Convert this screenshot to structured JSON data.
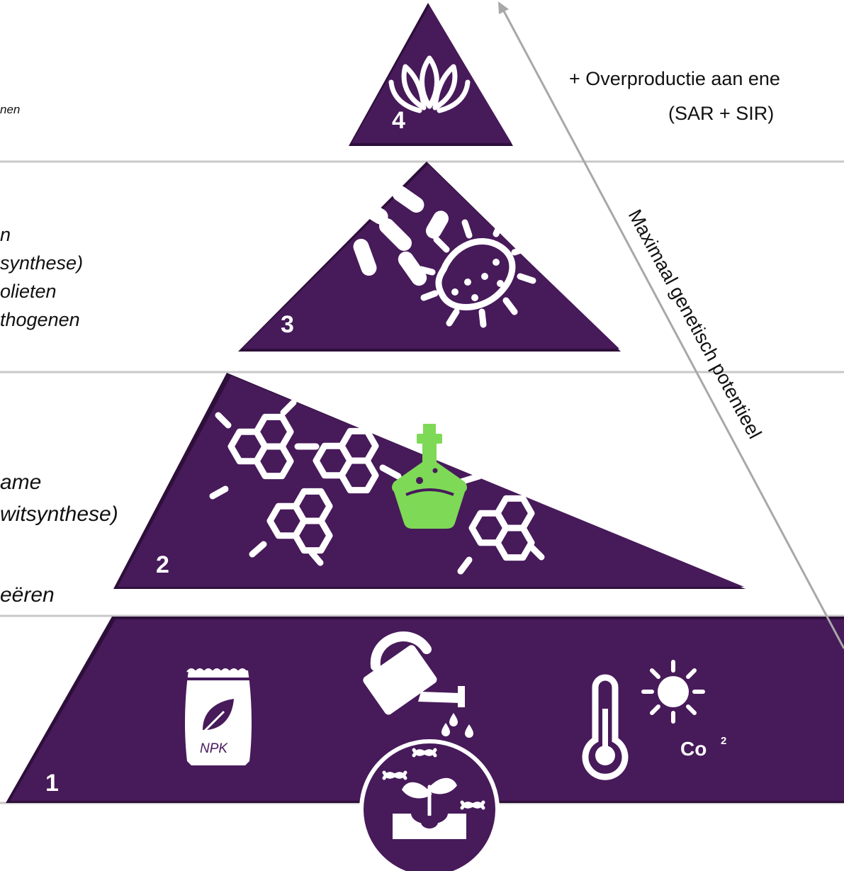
{
  "colors": {
    "tier_fill": "#471a5a",
    "tier_shadow": "#2d0f3a",
    "divider": "#c8c8c8",
    "arrow": "#a8a8a8",
    "flask": "#7ed957",
    "icon": "#ffffff"
  },
  "levels": [
    {
      "number": "4",
      "icon": "lotus-icon"
    },
    {
      "number": "3",
      "icon": "bacteria-icon"
    },
    {
      "number": "2",
      "icon": "molecule-flask-icon"
    },
    {
      "number": "1",
      "icon": "fertilizer-water-climate-icons"
    }
  ],
  "left_text": {
    "level4": [
      "nen"
    ],
    "level3": [
      "n",
      "synthese)",
      "olieten",
      "thogenen"
    ],
    "level2": [
      "ame",
      "witsynthese)",
      "eëren"
    ]
  },
  "right_text": {
    "line1": "+ Overproductie aan ene",
    "line2": "(SAR + SIR)"
  },
  "arrow_label": "Maximaal genetisch potentieel",
  "base_icons": {
    "fertilizer_label": "NPK",
    "climate_label": "Co",
    "climate_superscript": "2"
  }
}
